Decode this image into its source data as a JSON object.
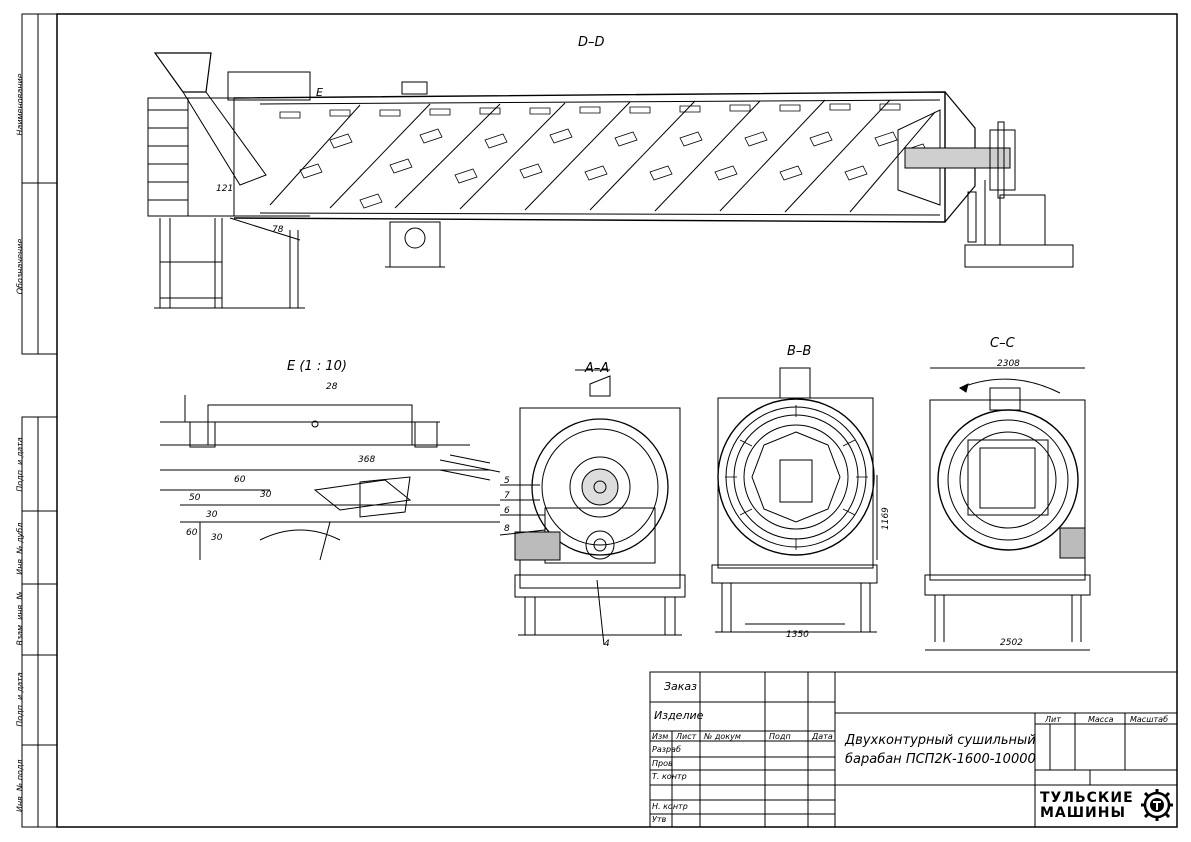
{
  "sheet": {
    "side_labels": {
      "name": "Наименование",
      "designation": "Обозначение",
      "sign_date_top": "Подп. и дата",
      "dup_inv": "Инв. № дубл.",
      "replace_inv": "Взам. инв. №",
      "sign_date_bottom": "Подп. и дата",
      "orig_inv": "Инв. № подл."
    }
  },
  "views": {
    "dd": {
      "title": "D–D",
      "callout_e": "E",
      "dim_121": "121",
      "dim_78": "78"
    },
    "e": {
      "title": "E (1 : 10)",
      "dim_28": "28",
      "dim_368": "368",
      "dim_60a": "60",
      "dim_30a": "30",
      "dim_50": "50",
      "dim_30b": "30",
      "dim_60b": "60",
      "dim_30c": "30"
    },
    "aa": {
      "title": "A–A",
      "pos_5": "5",
      "pos_7": "7",
      "pos_6": "6",
      "pos_8": "8",
      "pos_4": "4"
    },
    "bb": {
      "title": "B–B",
      "dim_1169": "1169",
      "dim_1350": "1350"
    },
    "cc": {
      "title": "C–C",
      "dim_2308": "2308",
      "dim_2502": "2502"
    }
  },
  "title_block": {
    "order_label": "Заказ",
    "product_label": "Изделие",
    "headers": [
      "Изм",
      "Лист",
      "№ докум",
      "Подп",
      "Дата"
    ],
    "roles": [
      "Разраб",
      "Пров",
      "Т. контр",
      "",
      "Н. контр",
      "Утв"
    ],
    "title_line1": "Двухконтурный сушильный",
    "title_line2": "барабан ПСП2К-1600-10000",
    "lit_label": "Лит",
    "mass_label": "Масса",
    "scale_label": "Масштаб",
    "company_line1": "ТУЛЬСКИЕ",
    "company_line2": "МАШИНЫ"
  }
}
